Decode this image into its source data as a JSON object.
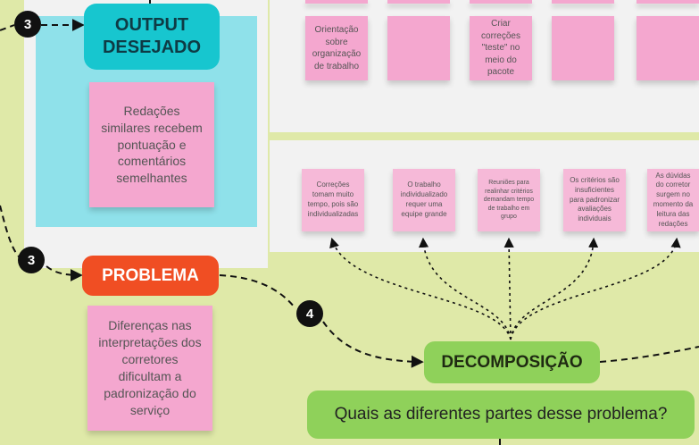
{
  "badges": {
    "output": "3",
    "problem": "3",
    "decomposition": "4"
  },
  "output_title": "OUTPUT DESEJADO",
  "output_note": "Redações similares recebem pontuação e comentários semelhantes",
  "problem_title": "PROBLEMA",
  "problem_note": "Diferenças nas interpretações dos corretores dificultam a padronização do serviço",
  "decomposition_title": "DECOMPOSIÇÃO",
  "decomposition_question": "Quais as diferentes partes desse problema?",
  "top_notes": [
    "Orientação sobre organização de trabalho",
    "",
    "Criar correções \"teste\" no meio do pacote",
    "",
    ""
  ],
  "mid_notes": [
    "Correções tomam muito tempo, pois são individualizadas",
    "O trabalho individualizado requer uma equipe grande",
    "Reuniões para realinhar critérios demandam tempo de trabalho em grupo",
    "Os critérios são insuficientes para padronizar avaliações individuais",
    "As dúvidas do corretor surgem no momento da leitura das redações"
  ],
  "colors": {
    "board": "#dfe9a8",
    "panel": "#f2f2f2",
    "cyan_panel": "#8fe1ea",
    "output_pill": "#17c6cf",
    "problem_pill": "#f04e23",
    "decomposition_pill": "#8fd15a",
    "sticky": "#f4a7cf"
  }
}
